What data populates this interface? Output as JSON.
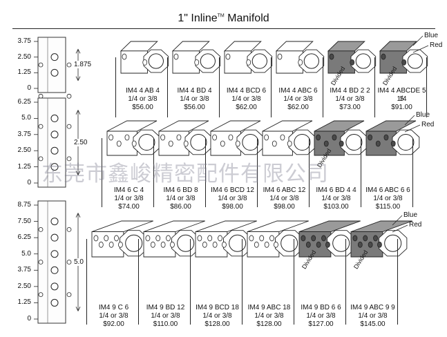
{
  "title": {
    "main": "1\" Inline",
    "tm": "TM",
    "suffix": " Manifold"
  },
  "watermark": "东莞市鑫峻精密配件有限公司",
  "colors": {
    "dark_section": "#7a7a7a",
    "body": "#ffffff",
    "line": "#222222"
  },
  "gauges": [
    {
      "ticks": [
        "3.75",
        "2.50",
        "1.25",
        "0"
      ],
      "dimension": "1.875",
      "ports": 2
    },
    {
      "ticks": [
        "6.25",
        "5.0",
        "3.75",
        "2.50",
        "1.25",
        "0"
      ],
      "dimension": "2.50",
      "ports": 4
    },
    {
      "ticks": [
        "8.75",
        "7.50",
        "6.25",
        "5.0",
        "3.75",
        "2.50",
        "1.25",
        "0"
      ],
      "dimension": "5.0",
      "ports": 6
    }
  ],
  "rows": [
    {
      "parts": [
        {
          "model": "IM4 4 AB 4",
          "size": "1/4 or 3/8",
          "price": "$56.00",
          "style": "plain",
          "divided": false
        },
        {
          "model": "IM4 4 BD 4",
          "size": "1/4 or 3/8",
          "price": "$56.00",
          "style": "plain",
          "divided": false
        },
        {
          "model": "IM4 4 BCD 6",
          "size": "1/4 or 3/8",
          "price": "$62.00",
          "style": "plain",
          "divided": false
        },
        {
          "model": "IM4 4 ABC 6",
          "size": "1/4 or 3/8",
          "price": "$62.00",
          "style": "plain",
          "divided": false
        },
        {
          "model": "IM4 4 BD 2 2",
          "size": "1/4 or 3/8",
          "price": "$73.00",
          "style": "dark",
          "divided": true
        },
        {
          "model": "IM4 4 ABCDE 5 5",
          "size": "1/4",
          "price": "$91.00",
          "style": "dark",
          "divided": true,
          "callouts": [
            "Blue",
            "Red"
          ]
        }
      ]
    },
    {
      "parts": [
        {
          "model": "IM4 6 C 4",
          "size": "1/4 or 3/8",
          "price": "$74.00",
          "style": "plain",
          "divided": false
        },
        {
          "model": "IM4 6 BD 8",
          "size": "1/4 or 3/8",
          "price": "$86.00",
          "style": "plain",
          "divided": false
        },
        {
          "model": "IM4 6 BCD 12",
          "size": "1/4 or 3/8",
          "price": "$98.00",
          "style": "plain",
          "divided": false
        },
        {
          "model": "IM4 6 ABC 12",
          "size": "1/4 or 3/8",
          "price": "$98.00",
          "style": "plain",
          "divided": false
        },
        {
          "model": "IM4 6 BD 4 4",
          "size": "1/4 or 3/8",
          "price": "$103.00",
          "style": "dark",
          "divided": true
        },
        {
          "model": "IM4 6 ABC 6 6",
          "size": "1/4 or 3/8",
          "price": "$115.00",
          "style": "dark",
          "divided": false,
          "callouts": [
            "Blue",
            "Red"
          ]
        }
      ]
    },
    {
      "parts": [
        {
          "model": "IM4 9 C 6",
          "size": "1/4 or 3/8",
          "price": "$92.00",
          "style": "plain",
          "divided": false
        },
        {
          "model": "IM4 9 BD 12",
          "size": "1/4 or 3/8",
          "price": "$110.00",
          "style": "plain",
          "divided": false
        },
        {
          "model": "IM4 9 BCD 18",
          "size": "1/4 or 3/8",
          "price": "$128.00",
          "style": "plain",
          "divided": false
        },
        {
          "model": "IM4 9 ABC 18",
          "size": "1/4 or 3/8",
          "price": "$128.00",
          "style": "plain",
          "divided": false
        },
        {
          "model": "IM4 9 BD 6 6",
          "size": "1/4 or 3/8",
          "price": "$127.00",
          "style": "dark",
          "divided": true
        },
        {
          "model": "IM4 9 ABC 9 9",
          "size": "1/4 or 3/8",
          "price": "$145.00",
          "style": "dark",
          "divided": true,
          "callouts": [
            "Blue",
            "Red"
          ]
        }
      ]
    }
  ],
  "divided_label": "Divided"
}
